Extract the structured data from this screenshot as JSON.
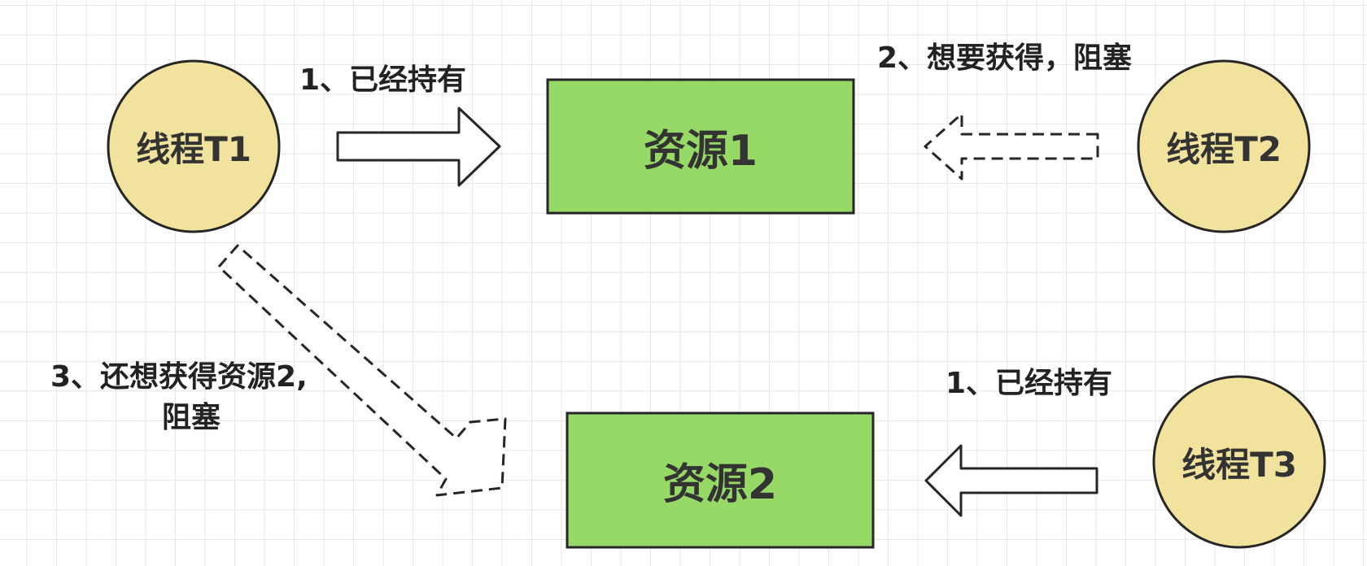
{
  "nodes": {
    "thread_t1": "线程T1",
    "thread_t2": "线程T2",
    "thread_t3": "线程T3",
    "resource_1": "资源1",
    "resource_2": "资源2"
  },
  "edges": {
    "t1_holds_r1": "1、已经持有",
    "t2_wants_r1": "2、想要获得，阻塞",
    "t1_wants_r2_line1": "3、还想获得资源2,",
    "t1_wants_r2_line2": "阻塞",
    "t3_holds_r2": "1、已经持有"
  },
  "colors": {
    "thread_fill": "#f1e39e",
    "resource_fill": "#96d966",
    "stroke": "#262626"
  }
}
